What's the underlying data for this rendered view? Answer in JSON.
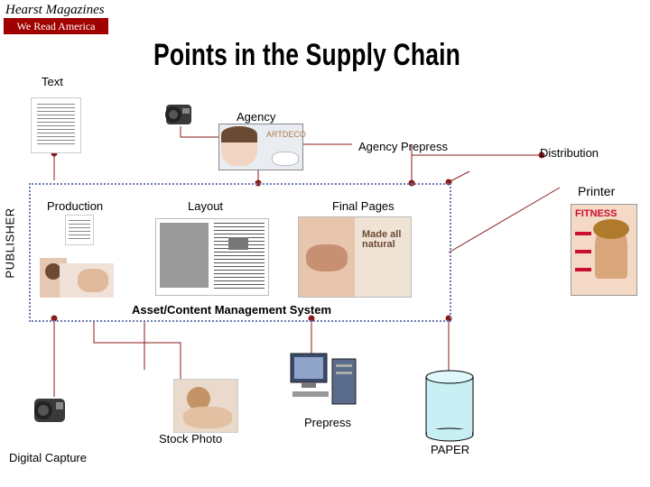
{
  "header": {
    "brand": "Hearst Magazines",
    "tagline": "We Read America",
    "title": "Points in the Supply Chain"
  },
  "nodes": {
    "text": "Text",
    "agency": "Agency",
    "agency_prepress": "Agency Prepress",
    "distribution": "Distribution",
    "printer": "Printer",
    "publisher": "PUBLISHER",
    "production": "Production",
    "layout": "Layout",
    "final_pages": "Final Pages",
    "asset_system": "Asset/Content Management System",
    "prepress": "Prepress",
    "stock_photo": "Stock Photo",
    "digital_capture": "Digital Capture",
    "paper": "PAPER"
  },
  "images": {
    "agency_ad_text": "ARTDECO",
    "final_page_headline": "Made all natural",
    "magazine_masthead": "FITNESS"
  },
  "colors": {
    "accent": "#a00000",
    "connector": "#8b1a1a",
    "publisher_border": "#6a7bb0",
    "paper_fill": "#c8eff4"
  },
  "icons": [
    "camera-icon",
    "computer-icon",
    "paper-cylinder-icon",
    "magazine-cover-icon"
  ]
}
